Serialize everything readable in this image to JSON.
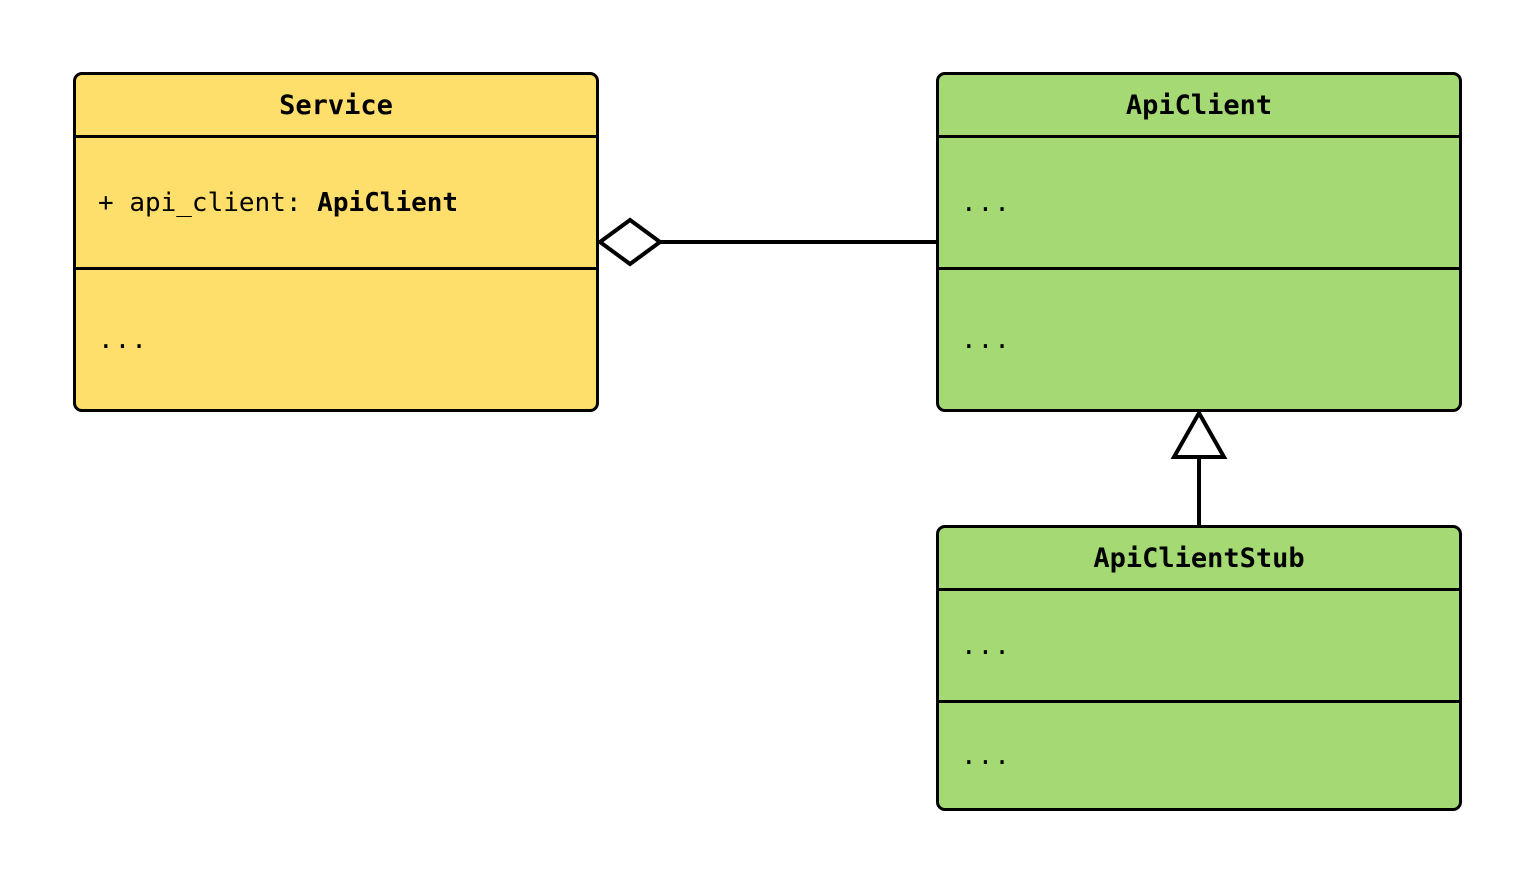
{
  "diagram": {
    "type": "uml-class-diagram",
    "background_color": "#FFFFFF",
    "line_color": "#000000",
    "classes": [
      {
        "id": "service",
        "name": "Service",
        "fill_color": "#FFDF6B",
        "attributes_text": "+ api_client: ApiClient",
        "attribute_visibility": "+",
        "attribute_name": "api_client",
        "attribute_separator": ": ",
        "attribute_type": "ApiClient",
        "operations_text": "..."
      },
      {
        "id": "apiclient",
        "name": "ApiClient",
        "fill_color": "#A4D973",
        "attributes_text": "...",
        "operations_text": "..."
      },
      {
        "id": "apiclientstub",
        "name": "ApiClientStub",
        "fill_color": "#A4D973",
        "attributes_text": "...",
        "operations_text": "..."
      }
    ],
    "relationships": [
      {
        "id": "service-aggregates-apiclient",
        "kind": "aggregation",
        "marker": "hollow-diamond",
        "source": "Service",
        "target": "ApiClient",
        "label": ""
      },
      {
        "id": "apiclientstub-inherits-apiclient",
        "kind": "generalization",
        "marker": "hollow-triangle",
        "source": "ApiClientStub",
        "target": "ApiClient",
        "label": ""
      }
    ]
  }
}
